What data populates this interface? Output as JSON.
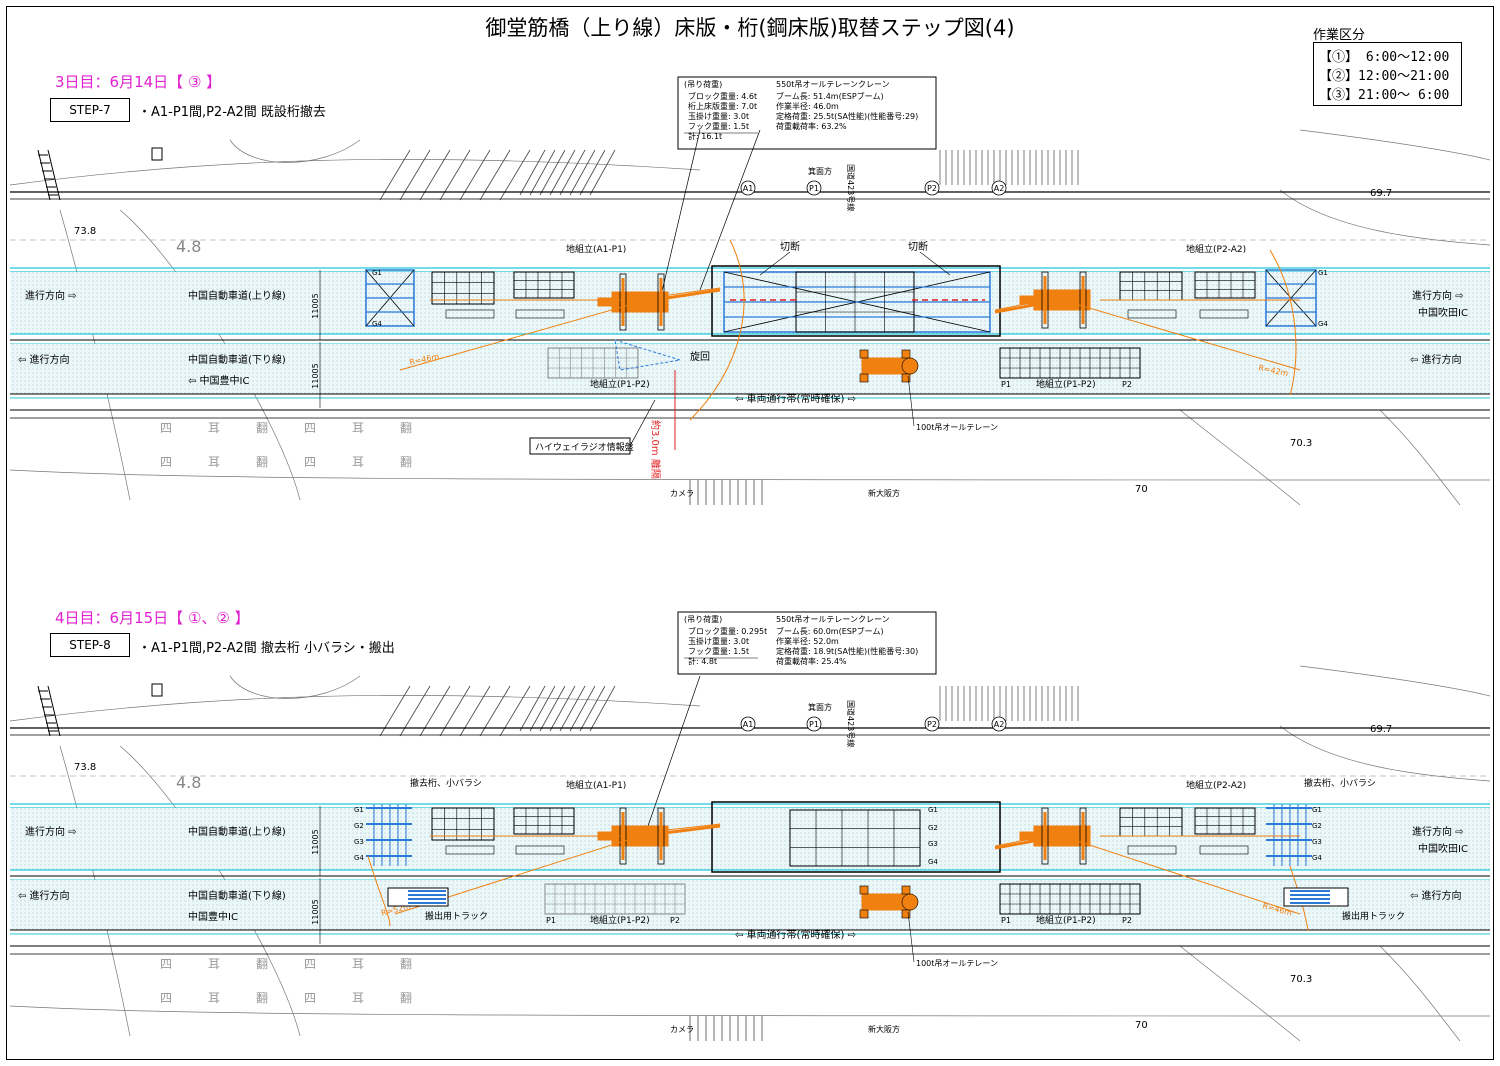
{
  "title": "御堂筋橋（上り線）床版・桁(鋼床版)取替ステップ図(4)",
  "legend": {
    "title": "作業区分",
    "rows": [
      "【①】 6:00～12:00",
      "【②】12:00～21:00",
      "【③】21:00～ 6:00"
    ]
  },
  "panels": [
    {
      "day": "3日目：6月14日【 ③ 】",
      "step": "STEP-7",
      "desc": "・A1-P1間,P2-A2間 既設桁撤去",
      "load_table": {
        "header_left": "(吊り荷重)",
        "header_right": "550t吊オールテレーンクレーン",
        "left": [
          "ブロック重量: 4.6t",
          "桁上床版重量: 7.0t",
          "玉掛け重量: 3.0t",
          "フック重量: 1.5t",
          "計: 16.1t"
        ],
        "right": [
          "ブーム長: 51.4m(ESPブーム)",
          "作業半径: 46.0m",
          "定格荷重: 25.5t(SA性能)(性能番号:29)",
          "荷重載荷率: 63.2%"
        ]
      },
      "labels": {
        "cut1": "切断",
        "cut2": "切断",
        "ji_a1": "地組立(A1-P1)",
        "ji_a2": "地組立(P2-A2)",
        "ji_p1p2": "地組立(P1-P2)",
        "ji_p1p2b": "地組立(P1-P2)",
        "up_road": "中国自動車道(上り線)",
        "down_road": "中国自動車道(下り線)",
        "dir_left_up": "進行方向 ⇨",
        "dir_right_up": "進行方向 ⇨",
        "dir_left_down": "⇦ 進行方向",
        "dir_right_down": "⇦ 進行方向",
        "ic_right": "中国吹田IC",
        "ic_left": "⇦ 中国豊中IC",
        "lane": "⇦ 車両通行帯(常時確保) ⇨",
        "crane100": "100t吊オールテレーン",
        "rotate": "旋回",
        "radio": "ハイウェイラジオ情報盤",
        "clear": "約3.0m 離隔",
        "r_left": "R=46m",
        "r_right": "R=42m",
        "elev_left": "73.8",
        "elev_right": "69.7",
        "elev_bottom": "70.3",
        "elev_b70": "70",
        "width": "11005",
        "mino": "箕面方",
        "route": "国道423号線",
        "shinosaka": "新大阪方",
        "camera": "カメラ",
        "a1": "A1",
        "p1": "P1",
        "p2": "P2",
        "a2": "A2"
      }
    },
    {
      "day": "4日目：6月15日【 ①、② 】",
      "step": "STEP-8",
      "desc": "・A1-P1間,P2-A2間 撤去桁 小バラシ・搬出",
      "load_table": {
        "header_left": "(吊り荷重)",
        "header_right": "550t吊オールテレーンクレーン",
        "left": [
          "ブロック重量: 0.295t",
          "玉掛け重量: 3.0t",
          "フック重量: 1.5t",
          "計: 4.8t"
        ],
        "right": [
          "ブーム長: 60.0m(ESPブーム)",
          "作業半径: 52.0m",
          "定格荷重: 18.9t(SA性能)(性能番号:30)",
          "荷重載荷率: 25.4%"
        ]
      },
      "labels": {
        "cut1": "",
        "cut2": "",
        "ji_a1": "地組立(A1-P1)",
        "ji_a2": "地組立(P2-A2)",
        "ji_p1p2": "地組立(P1-P2)",
        "ji_p1p2b": "地組立(P1-P2)",
        "up_road": "中国自動車道(上り線)",
        "down_road": "中国自動車道(下り線)",
        "dir_left_up": "進行方向 ⇨",
        "dir_right_up": "進行方向 ⇨",
        "dir_left_down": "⇦ 進行方向",
        "dir_right_down": "⇦ 進行方向",
        "ic_right": "中国吹田IC",
        "ic_left": "中国豊中IC",
        "lane": "⇦ 車両通行帯(常時確保) ⇨",
        "crane100": "100t吊オールテレーン",
        "rotate": "",
        "radio": "",
        "clear": "",
        "r_left": "R=52m",
        "r_right": "R=46m",
        "elev_left": "73.8",
        "elev_right": "69.7",
        "elev_bottom": "70.3",
        "elev_b70": "70",
        "width": "11005",
        "mino": "箕面方",
        "route": "国道423号線",
        "shinosaka": "新大阪方",
        "camera": "カメラ",
        "a1": "A1",
        "p1": "P1",
        "p2": "P2",
        "a2": "A2",
        "kobarashi_l": "撤去桁、小バラシ",
        "kobarashi_r": "撤去桁、小バラシ",
        "truck_l": "搬出用トラック",
        "truck_r": "搬出用トラック"
      }
    }
  ],
  "colors": {
    "day": "#e020d0",
    "crane": "#f08010",
    "girder": "#2a7ad8",
    "cyan": "#20c8d8",
    "red": "#e02020"
  }
}
